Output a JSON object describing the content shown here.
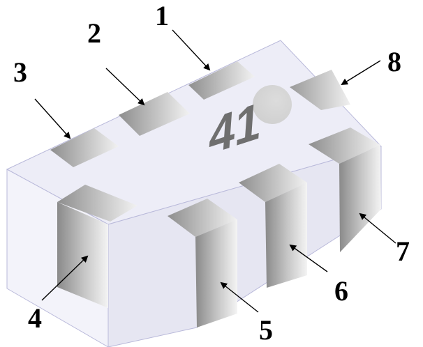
{
  "device": {
    "marking": "41",
    "colors": {
      "body_top": "#EDEDF7",
      "body_side_light": "#F3F3FA",
      "body_side": "#E6E6F2",
      "edge_line": "#B9B9DA",
      "pad_dark": "#8C8C8C",
      "pad_light": "#F4F4F4",
      "marking": "#6F6F6F",
      "orientation_dot": "#D6D6D6",
      "label": "#000000",
      "arrow": "#000000"
    }
  },
  "pins": [
    {
      "id": "1",
      "label": "1"
    },
    {
      "id": "2",
      "label": "2"
    },
    {
      "id": "3",
      "label": "3"
    },
    {
      "id": "4",
      "label": "4"
    },
    {
      "id": "5",
      "label": "5"
    },
    {
      "id": "6",
      "label": "6"
    },
    {
      "id": "7",
      "label": "7"
    },
    {
      "id": "8",
      "label": "8"
    }
  ]
}
